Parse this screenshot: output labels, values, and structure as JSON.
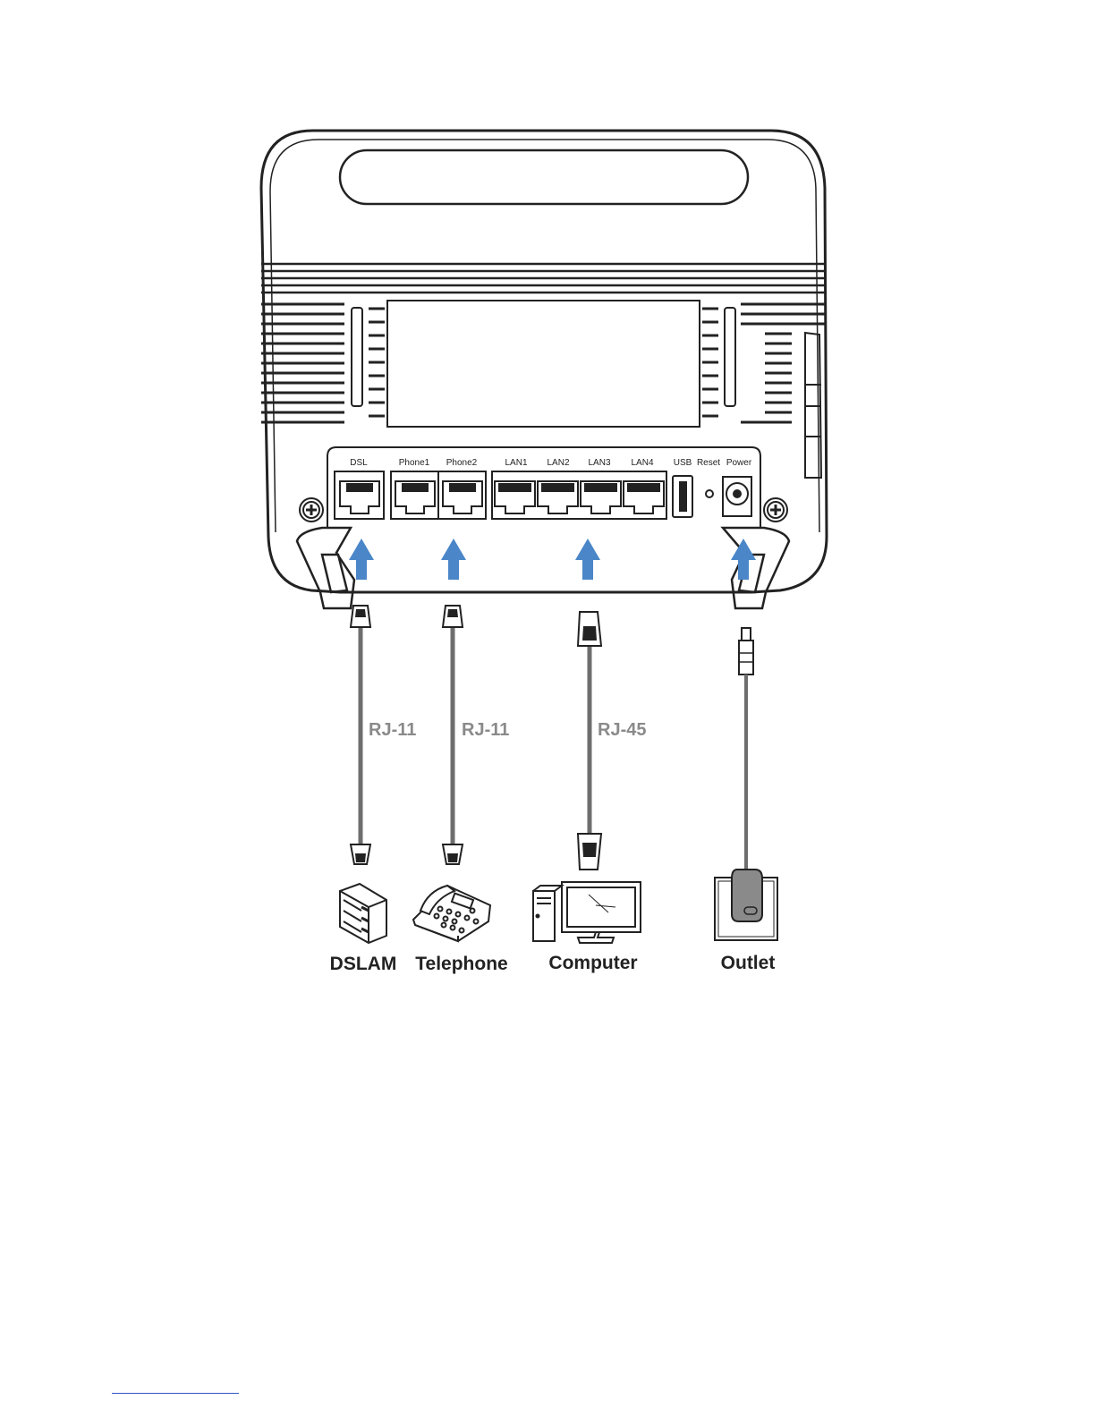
{
  "ports": {
    "dsl": "DSL",
    "phone1": "Phone1",
    "phone2": "Phone2",
    "lan1": "LAN1",
    "lan2": "LAN2",
    "lan3": "LAN3",
    "lan4": "LAN4",
    "usb": "USB",
    "reset": "Reset",
    "power": "Power"
  },
  "cables": {
    "dsl_cable": "RJ-11",
    "phone_cable": "RJ-11",
    "lan_cable": "RJ-45"
  },
  "devices": {
    "dslam": "DSLAM",
    "telephone": "Telephone",
    "computer": "Computer",
    "outlet": "Outlet"
  },
  "colors": {
    "arrow": "#4a86c8",
    "outline": "#222222",
    "cable": "#6e6e6e",
    "cable_label": "#8a8a8a",
    "footer_rule": "#2f55c8"
  },
  "icons": [
    "dslam-icon",
    "telephone-icon",
    "computer-icon",
    "outlet-icon",
    "screw-icon",
    "arrow-up-icon"
  ]
}
